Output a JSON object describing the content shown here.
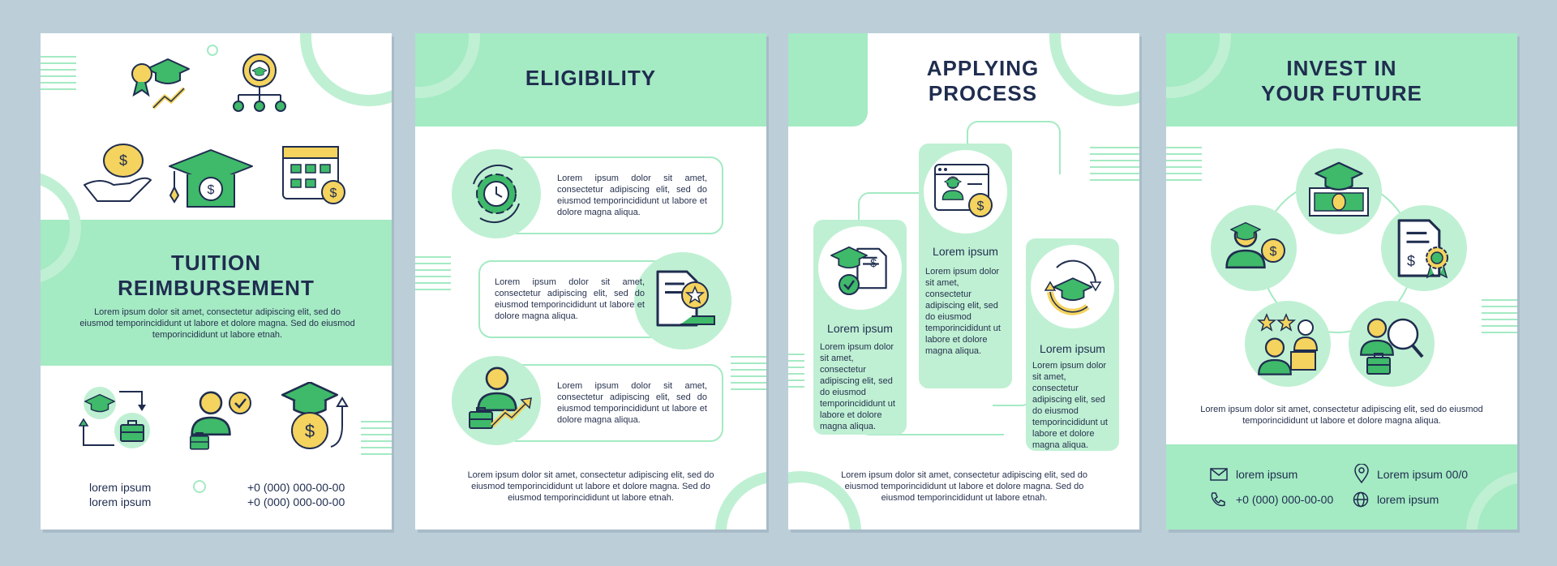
{
  "page1": {
    "title_line1": "TUITION",
    "title_line2": "REIMBURSEMENT",
    "body": "Lorem ipsum dolor sit amet, consectetur adipiscing elit, sed do eiusmod temporincididunt ut labore et dolore magna. Sed do eiusmod temporincididunt ut labore etnah.",
    "contact_name_1": "lorem ipsum",
    "contact_name_2": "lorem ipsum",
    "phone_1": "+0 (000) 000-00-00",
    "phone_2": "+0 (000) 000-00-00"
  },
  "page2": {
    "title": "ELIGIBILITY",
    "items": [
      {
        "text": "Lorem ipsum dolor sit amet, consectetur adipiscing elit, sed do eiusmod temporincididunt ut labore et dolore magna aliqua."
      },
      {
        "text": "Lorem ipsum dolor sit amet, consectetur adipiscing elit, sed do eiusmod temporincididunt ut labore et dolore magna aliqua."
      },
      {
        "text": "Lorem ipsum dolor sit amet, consectetur adipiscing elit, sed do eiusmod temporincididunt ut labore et dolore magna aliqua."
      }
    ],
    "footer": "Lorem ipsum dolor sit amet, consectetur adipiscing elit, sed do eiusmod temporincididunt ut labore et dolore magna. Sed do eiusmod temporincididunt ut labore etnah."
  },
  "page3": {
    "title_line1": "APPLYING",
    "title_line2": "PROCESS",
    "cards": [
      {
        "title": "Lorem ipsum",
        "text": "Lorem ipsum dolor sit amet, consectetur adipiscing elit, sed do eiusmod temporincididunt ut labore et dolore magna aliqua."
      },
      {
        "title": "Lorem ipsum",
        "text": "Lorem ipsum dolor sit amet, consectetur adipiscing elit, sed do eiusmod temporincididunt ut labore et dolore magna aliqua."
      },
      {
        "title": "Lorem ipsum",
        "text": "Lorem ipsum dolor sit amet, consectetur adipiscing elit, sed do eiusmod temporincididunt ut labore et dolore magna aliqua."
      }
    ],
    "footer": "Lorem ipsum dolor sit amet, consectetur adipiscing elit, sed do eiusmod temporincididunt ut labore et dolore magna. Sed do eiusmod temporincididunt ut labore etnah."
  },
  "page4": {
    "title_line1": "INVEST IN",
    "title_line2": "YOUR FUTURE",
    "body": "Lorem ipsum dolor sit amet, consectetur adipiscing elit, sed do eiusmod temporincididunt ut labore et dolore magna aliqua.",
    "contacts": {
      "email": "lorem ipsum",
      "address": "Lorem ipsum 00/0",
      "phone": "+0 (000) 000-00-00",
      "web": "lorem ipsum"
    }
  },
  "colors": {
    "background": "#bccfd9",
    "mint": "#a4eac3",
    "mint_light": "#bff0d3",
    "green": "#3fb96a",
    "yellow": "#f4d35e",
    "navy": "#1f2d4f"
  },
  "icons": [
    "graduation-award-icon",
    "target-hierarchy-icon",
    "piggy-bank-hand-icon",
    "graduation-money-icon",
    "calendar-payment-icon",
    "education-career-cycle-icon",
    "employee-approved-icon",
    "graduation-coin-growth-icon",
    "settings-clock-icon",
    "document-star-icon",
    "career-growth-icon",
    "online-course-payment-icon",
    "graduation-invoice-icon",
    "graduation-cycle-icon",
    "diploma-money-icon",
    "student-payment-icon",
    "certificate-money-icon",
    "rating-student-icon",
    "job-search-icon",
    "mail-icon",
    "location-icon",
    "phone-icon",
    "globe-icon"
  ]
}
